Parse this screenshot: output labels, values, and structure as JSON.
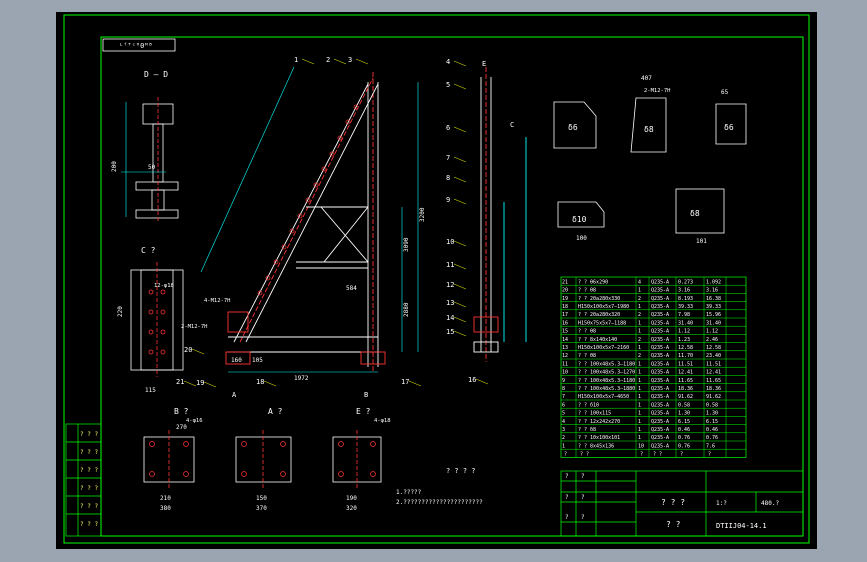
{
  "stamp_top": "ᴸᶠᵀᶜᴴ0ᴹᴮ",
  "views": {
    "dd": "D — D",
    "cc": "C ?",
    "b": "B ?",
    "a": "A ?",
    "e": "E ?"
  },
  "section_marks": {
    "a_left": "A",
    "b_right": "B",
    "c_right": "C",
    "e_top": "E"
  },
  "balloons": [
    "1",
    "2",
    "3",
    "4",
    "5",
    "6",
    "7",
    "8",
    "9",
    "10",
    "11",
    "12",
    "13",
    "14",
    "15",
    "16",
    "17",
    "18",
    "19",
    "20",
    "21"
  ],
  "dims": {
    "d1": "200",
    "d2": "50",
    "d3": "1972",
    "d4": "584",
    "d5": "3090",
    "d6": "3200",
    "d7": "2880",
    "d8": "160",
    "d9": "105",
    "d10": "115",
    "d11": "220",
    "d12": "320",
    "d13": "210",
    "d14": "380",
    "d15": "370",
    "d16": "150",
    "d17": "190",
    "d18": "270",
    "d19": "101",
    "d20": "100",
    "d21": "407",
    "d22": "65"
  },
  "weld_notes": [
    "4-M12-7H",
    "2-M12-7H",
    "12-φ18",
    "4-φ16",
    "4-φ18",
    "2-M12-7H"
  ],
  "plate_labels": [
    "δ6",
    "δ8",
    "δ6",
    "δ10",
    "δ8"
  ],
  "tech_notes": {
    "title": "? ? ? ?",
    "line1": "1.?????",
    "line2": "2.??????????????????????"
  },
  "bom": {
    "rows": [
      [
        "21",
        "? ? θ6x290",
        "4",
        "Q235-A",
        "0.273",
        "1.092"
      ],
      [
        "20",
        "? ? θ8",
        "1",
        "Q235-A",
        "3.16",
        "3.16"
      ],
      [
        "19",
        "? ? 20a280x330",
        "2",
        "Q235-A",
        "8.193",
        "16.38"
      ],
      [
        "18",
        "H150x100x5x7—1980",
        "1",
        "Q235-A",
        "39.33",
        "39.33"
      ],
      [
        "17",
        "? ? 20a280x320",
        "2",
        "Q235-A",
        "7.98",
        "15.96"
      ],
      [
        "16",
        "H150x75x5x7—1188",
        "1",
        "Q235-A",
        "31.40",
        "31.40"
      ],
      [
        "15",
        "? ? θ8",
        "1",
        "Q235-A",
        "1.12",
        "1.12"
      ],
      [
        "14",
        "? ? 8x140x140",
        "2",
        "Q235-A",
        "1.23",
        "2.46"
      ],
      [
        "13",
        "H150x100x5x7—2160",
        "1",
        "Q235-A",
        "12.58",
        "12.58"
      ],
      [
        "12",
        "? ? θ8",
        "2",
        "Q235-A",
        "11.70",
        "23.40"
      ],
      [
        "11",
        "? ? 100x48x5.3—1180",
        "1",
        "Q235-A",
        "11.51",
        "11.51"
      ],
      [
        "10",
        "? ? 100x48x5.3—1270",
        "1",
        "Q235-A",
        "12.41",
        "12.41"
      ],
      [
        "9",
        "? ? 100x48x5.3—1180",
        "1",
        "Q235-A",
        "11.65",
        "11.65"
      ],
      [
        "8",
        "? ? 100x48x5.3—1880",
        "1",
        "Q235-A",
        "18.36",
        "18.36"
      ],
      [
        "7",
        "H150x100x5x7—4650",
        "1",
        "Q235-A",
        "91.62",
        "91.62"
      ],
      [
        "6",
        "? ? δ10",
        "1",
        "Q235-A",
        "0.58",
        "0.58"
      ],
      [
        "5",
        "? ? 100x115",
        "1",
        "Q235-A",
        "1.30",
        "1.30"
      ],
      [
        "4",
        "? ? 12x242x270",
        "1",
        "Q235-A",
        "6.15",
        "6.15"
      ],
      [
        "3",
        "? ? δ8",
        "1",
        "Q235-A",
        "0.46",
        "0.46"
      ],
      [
        "2",
        "? ? 10x100x101",
        "1",
        "Q235-A",
        "0.76",
        "0.76"
      ],
      [
        "1",
        "? ? 8x45x136",
        "10",
        "Q235-A",
        "0.76",
        "7.6"
      ]
    ],
    "header": [
      "?",
      "? ?",
      "?",
      "? ?",
      "?",
      "?"
    ]
  },
  "title_block": {
    "name": "? ? ?",
    "sub": "? ?",
    "scale": "1:?",
    "drawing_no": "DTIIJ04-14.1",
    "weight": "480.?",
    "sheet_cells": [
      "?",
      "?",
      "?",
      "?",
      "?",
      "?"
    ]
  },
  "left_strip": [
    "? ? ?",
    "? ? ?",
    "? ? ?",
    "? ? ?",
    "? ? ?",
    "? ? ?"
  ]
}
